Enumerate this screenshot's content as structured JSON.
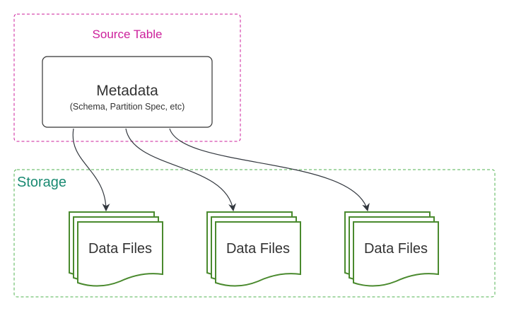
{
  "source_table": {
    "label": "Source Table",
    "border_color": "#cc1f9b"
  },
  "metadata": {
    "title": "Metadata",
    "subtitle": "(Schema, Partition Spec, etc)"
  },
  "storage": {
    "label": "Storage",
    "border_color": "#52b352",
    "label_color": "#1a8a72"
  },
  "data_files": [
    {
      "label": "Data Files"
    },
    {
      "label": "Data Files"
    },
    {
      "label": "Data Files"
    }
  ],
  "colors": {
    "text": "#333333",
    "file_stroke": "#4a8a2e",
    "arrow": "#33383f"
  }
}
